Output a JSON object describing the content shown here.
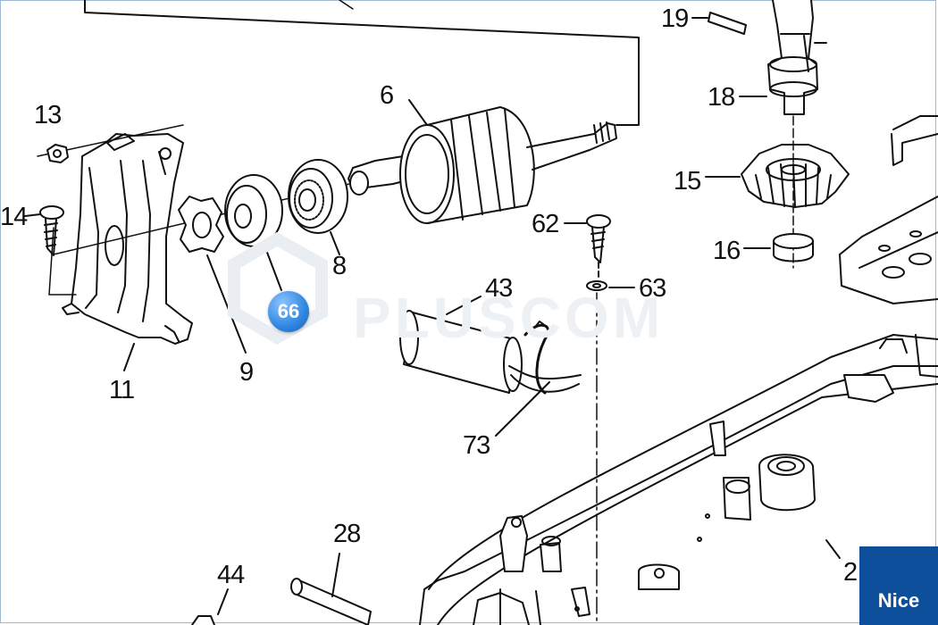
{
  "watermark": "PLUSCOM",
  "badge": "66",
  "brand": "Nice",
  "part_labels": {
    "p19": "19",
    "p18": "18",
    "p15": "15",
    "p16": "16",
    "p6": "6",
    "p13": "13",
    "p14": "14",
    "p8": "8",
    "p9": "9",
    "p11": "11",
    "p62": "62",
    "p63": "63",
    "p43": "43",
    "p73": "73",
    "p28": "28",
    "p44": "44",
    "p2": "2"
  }
}
